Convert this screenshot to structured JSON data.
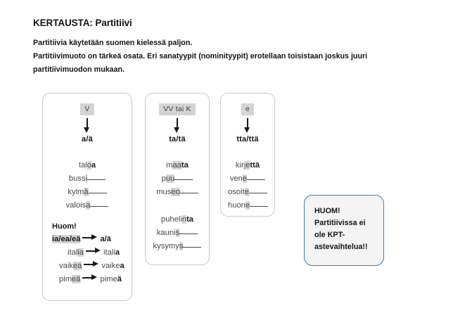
{
  "title": "KERTAUSTA: Partitiivi",
  "intro": [
    "Partitiivia käytetään suomen kielessä paljon.",
    "Partitiivimuoto on tärkeä osata. Eri sanatyypit (nominityypit) erotellaan toisistaan joskus juuri",
    "partitiivimuodon mukaan."
  ],
  "boxes": [
    {
      "id": "box-v",
      "head": "V",
      "arrow": "arrow-down-icon",
      "ending": "a/ä",
      "words": [
        {
          "stem": "tal",
          "hl": "o",
          "suffix": "a",
          "blank": false
        },
        {
          "stem": "buss",
          "hl": "i",
          "suffix": "",
          "blank": true
        },
        {
          "stem": "kylm",
          "hl": "ä",
          "suffix": "",
          "blank": true
        },
        {
          "stem": "valois",
          "hl": "a",
          "suffix": "",
          "blank": true
        }
      ],
      "huom": {
        "title": "Huom!",
        "rows": [
          {
            "left_plain": "",
            "left_hl": "ia/ea/eä",
            "right_plain": "",
            "right_bold": "a/ä",
            "bold": true
          },
          {
            "left_plain": "ital",
            "left_hl": "ia",
            "right_plain": "itali",
            "right_bold": "a",
            "bold": false
          },
          {
            "left_plain": "vaik",
            "left_hl": "ea",
            "right_plain": "vaike",
            "right_bold": "a",
            "bold": false
          },
          {
            "left_plain": "pim",
            "left_hl": "eä",
            "right_plain": "pime",
            "right_bold": "ä",
            "bold": false
          }
        ]
      }
    },
    {
      "id": "box-vvk",
      "head": "VV tai K",
      "arrow": "arrow-down-icon",
      "ending": "ta/tä",
      "words": [
        {
          "stem": "m",
          "hl": "aa",
          "suffix": "ta",
          "blank": false
        },
        {
          "stem": "p",
          "hl": "uu",
          "suffix": "",
          "blank": true
        },
        {
          "stem": "mus",
          "hl": "eo",
          "suffix": "",
          "blank": true
        }
      ],
      "words2": [
        {
          "stem": "puheli",
          "hl": "n",
          "suffix": "ta",
          "blank": false
        },
        {
          "stem": "kauni",
          "hl": "s",
          "suffix": "",
          "blank": true
        },
        {
          "stem": "kysymy",
          "hl": "s",
          "suffix": "",
          "blank": true
        }
      ]
    },
    {
      "id": "box-e",
      "head": "e",
      "arrow": "arrow-down-icon",
      "ending": "tta/ttä",
      "words": [
        {
          "stem": "kirj",
          "hl": "e",
          "suffix": "ttä",
          "blank": false
        },
        {
          "stem": "ven",
          "hl": "e",
          "suffix": "",
          "blank": true
        },
        {
          "stem": "osoit",
          "hl": "e",
          "suffix": "",
          "blank": true
        },
        {
          "stem": "huon",
          "hl": "e",
          "suffix": "",
          "blank": true
        }
      ]
    }
  ],
  "note": {
    "lines": [
      "HUOM!",
      "Partitiivissa ei",
      "ole KPT-",
      "astevaihtelua!!"
    ],
    "border_color": "#3b7cb8",
    "fill_color": "#f4f4f4"
  },
  "colors": {
    "highlight": "#d4d4d4",
    "box_border": "#c9c9c9",
    "word_text": "#4a4550"
  }
}
